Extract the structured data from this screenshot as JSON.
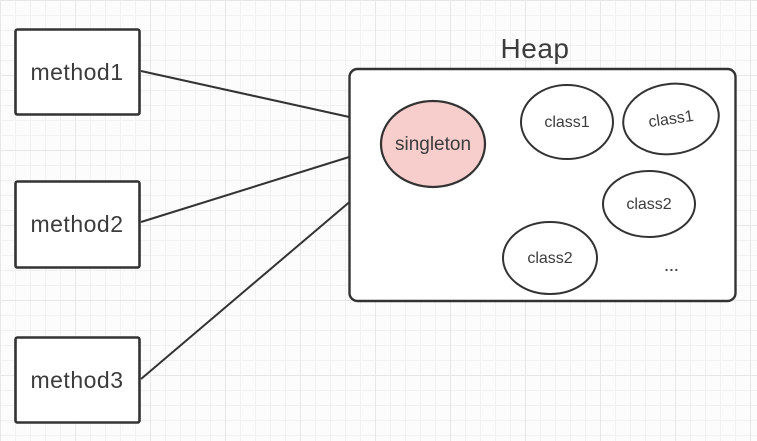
{
  "diagram": {
    "heap_title": "Heap",
    "methods": [
      {
        "label": "method1"
      },
      {
        "label": "method2"
      },
      {
        "label": "method3"
      }
    ],
    "heap": {
      "singleton": {
        "label": "singleton",
        "fill": "#f8cecc"
      },
      "objects": [
        {
          "label": "class1"
        },
        {
          "label": "class1"
        },
        {
          "label": "class2"
        },
        {
          "label": "class2"
        }
      ],
      "ellipsis": "..."
    },
    "colors": {
      "stroke": "#333333",
      "text": "#3c3c3c",
      "node_fill": "#ffffff",
      "singleton_fill": "#f8cecc",
      "background": "#fcfcfc",
      "grid_line": "#f1f1f1"
    }
  }
}
